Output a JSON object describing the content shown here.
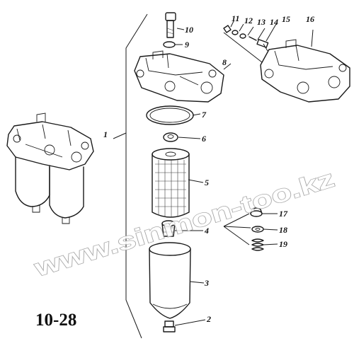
{
  "figure_number": "10-28",
  "watermark": "www.sinmon-too.kz",
  "callouts": [
    "1",
    "2",
    "3",
    "4",
    "5",
    "6",
    "7",
    "8",
    "9",
    "10",
    "11",
    "12",
    "13",
    "14",
    "15",
    "16",
    "17",
    "18",
    "19"
  ]
}
